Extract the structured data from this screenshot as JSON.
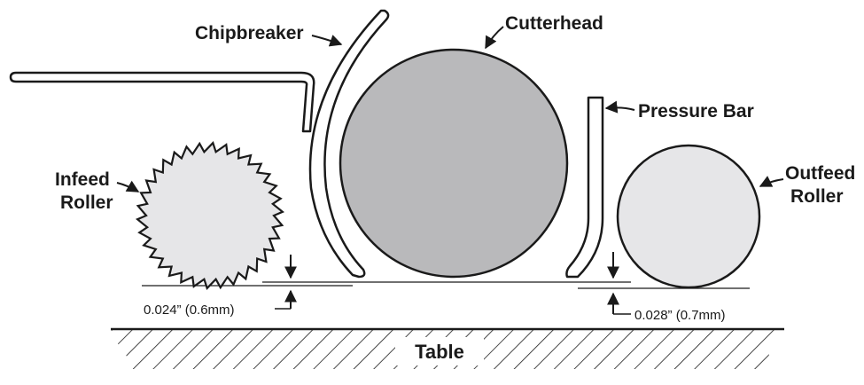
{
  "labels": {
    "chipbreaker": "Chipbreaker",
    "cutterhead": "Cutterhead",
    "pressure_bar": "Pressure Bar",
    "infeed_line1": "Infeed",
    "infeed_line2": "Roller",
    "outfeed_line1": "Outfeed",
    "outfeed_line2": "Roller",
    "table": "Table"
  },
  "dimensions": {
    "infeed_gap": "0.024” (0.6mm)",
    "outfeed_gap": "0.028” (0.7mm)"
  },
  "colors": {
    "outline": "#1a1a1a",
    "cutterhead_fill": "#b9b9bb",
    "roller_fill": "#e6e6e8",
    "part_fill": "#ffffff"
  }
}
